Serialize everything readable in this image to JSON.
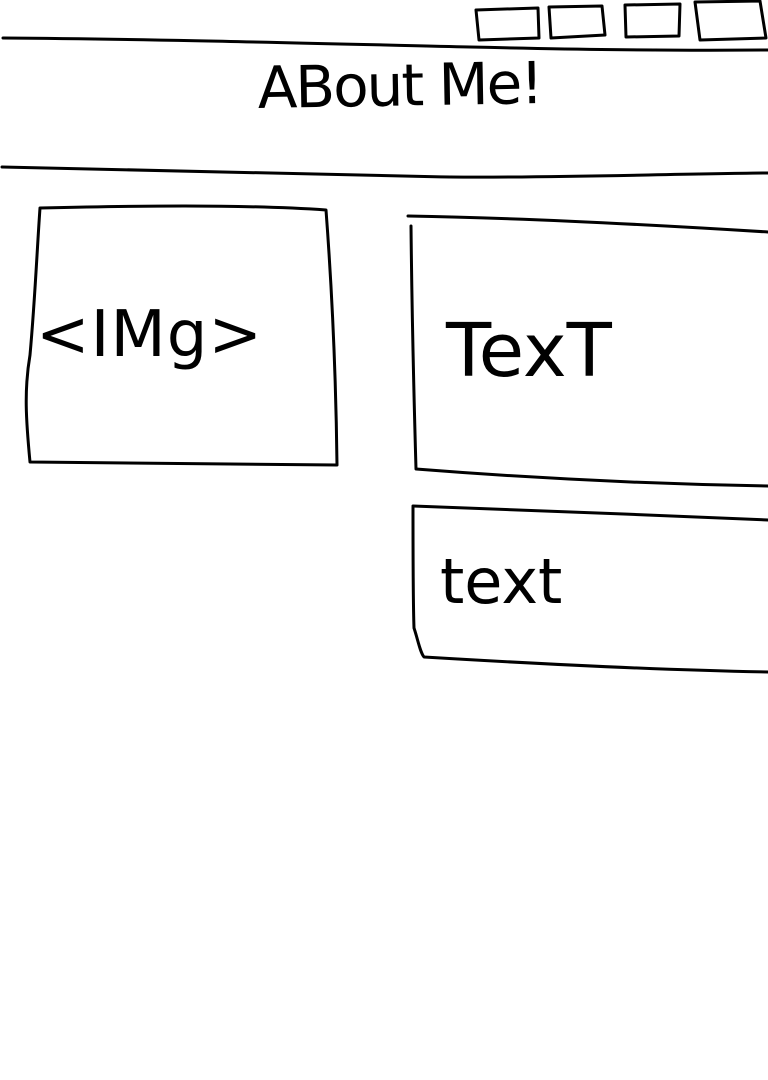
{
  "header": {
    "title": "ABout Me!",
    "nav_button_count": 4
  },
  "main": {
    "image_placeholder_label": "<IMg>",
    "text_block_1_label": "TexT",
    "text_block_2_label": "text"
  },
  "colors": {
    "stroke": "#000000",
    "background": "#ffffff"
  }
}
